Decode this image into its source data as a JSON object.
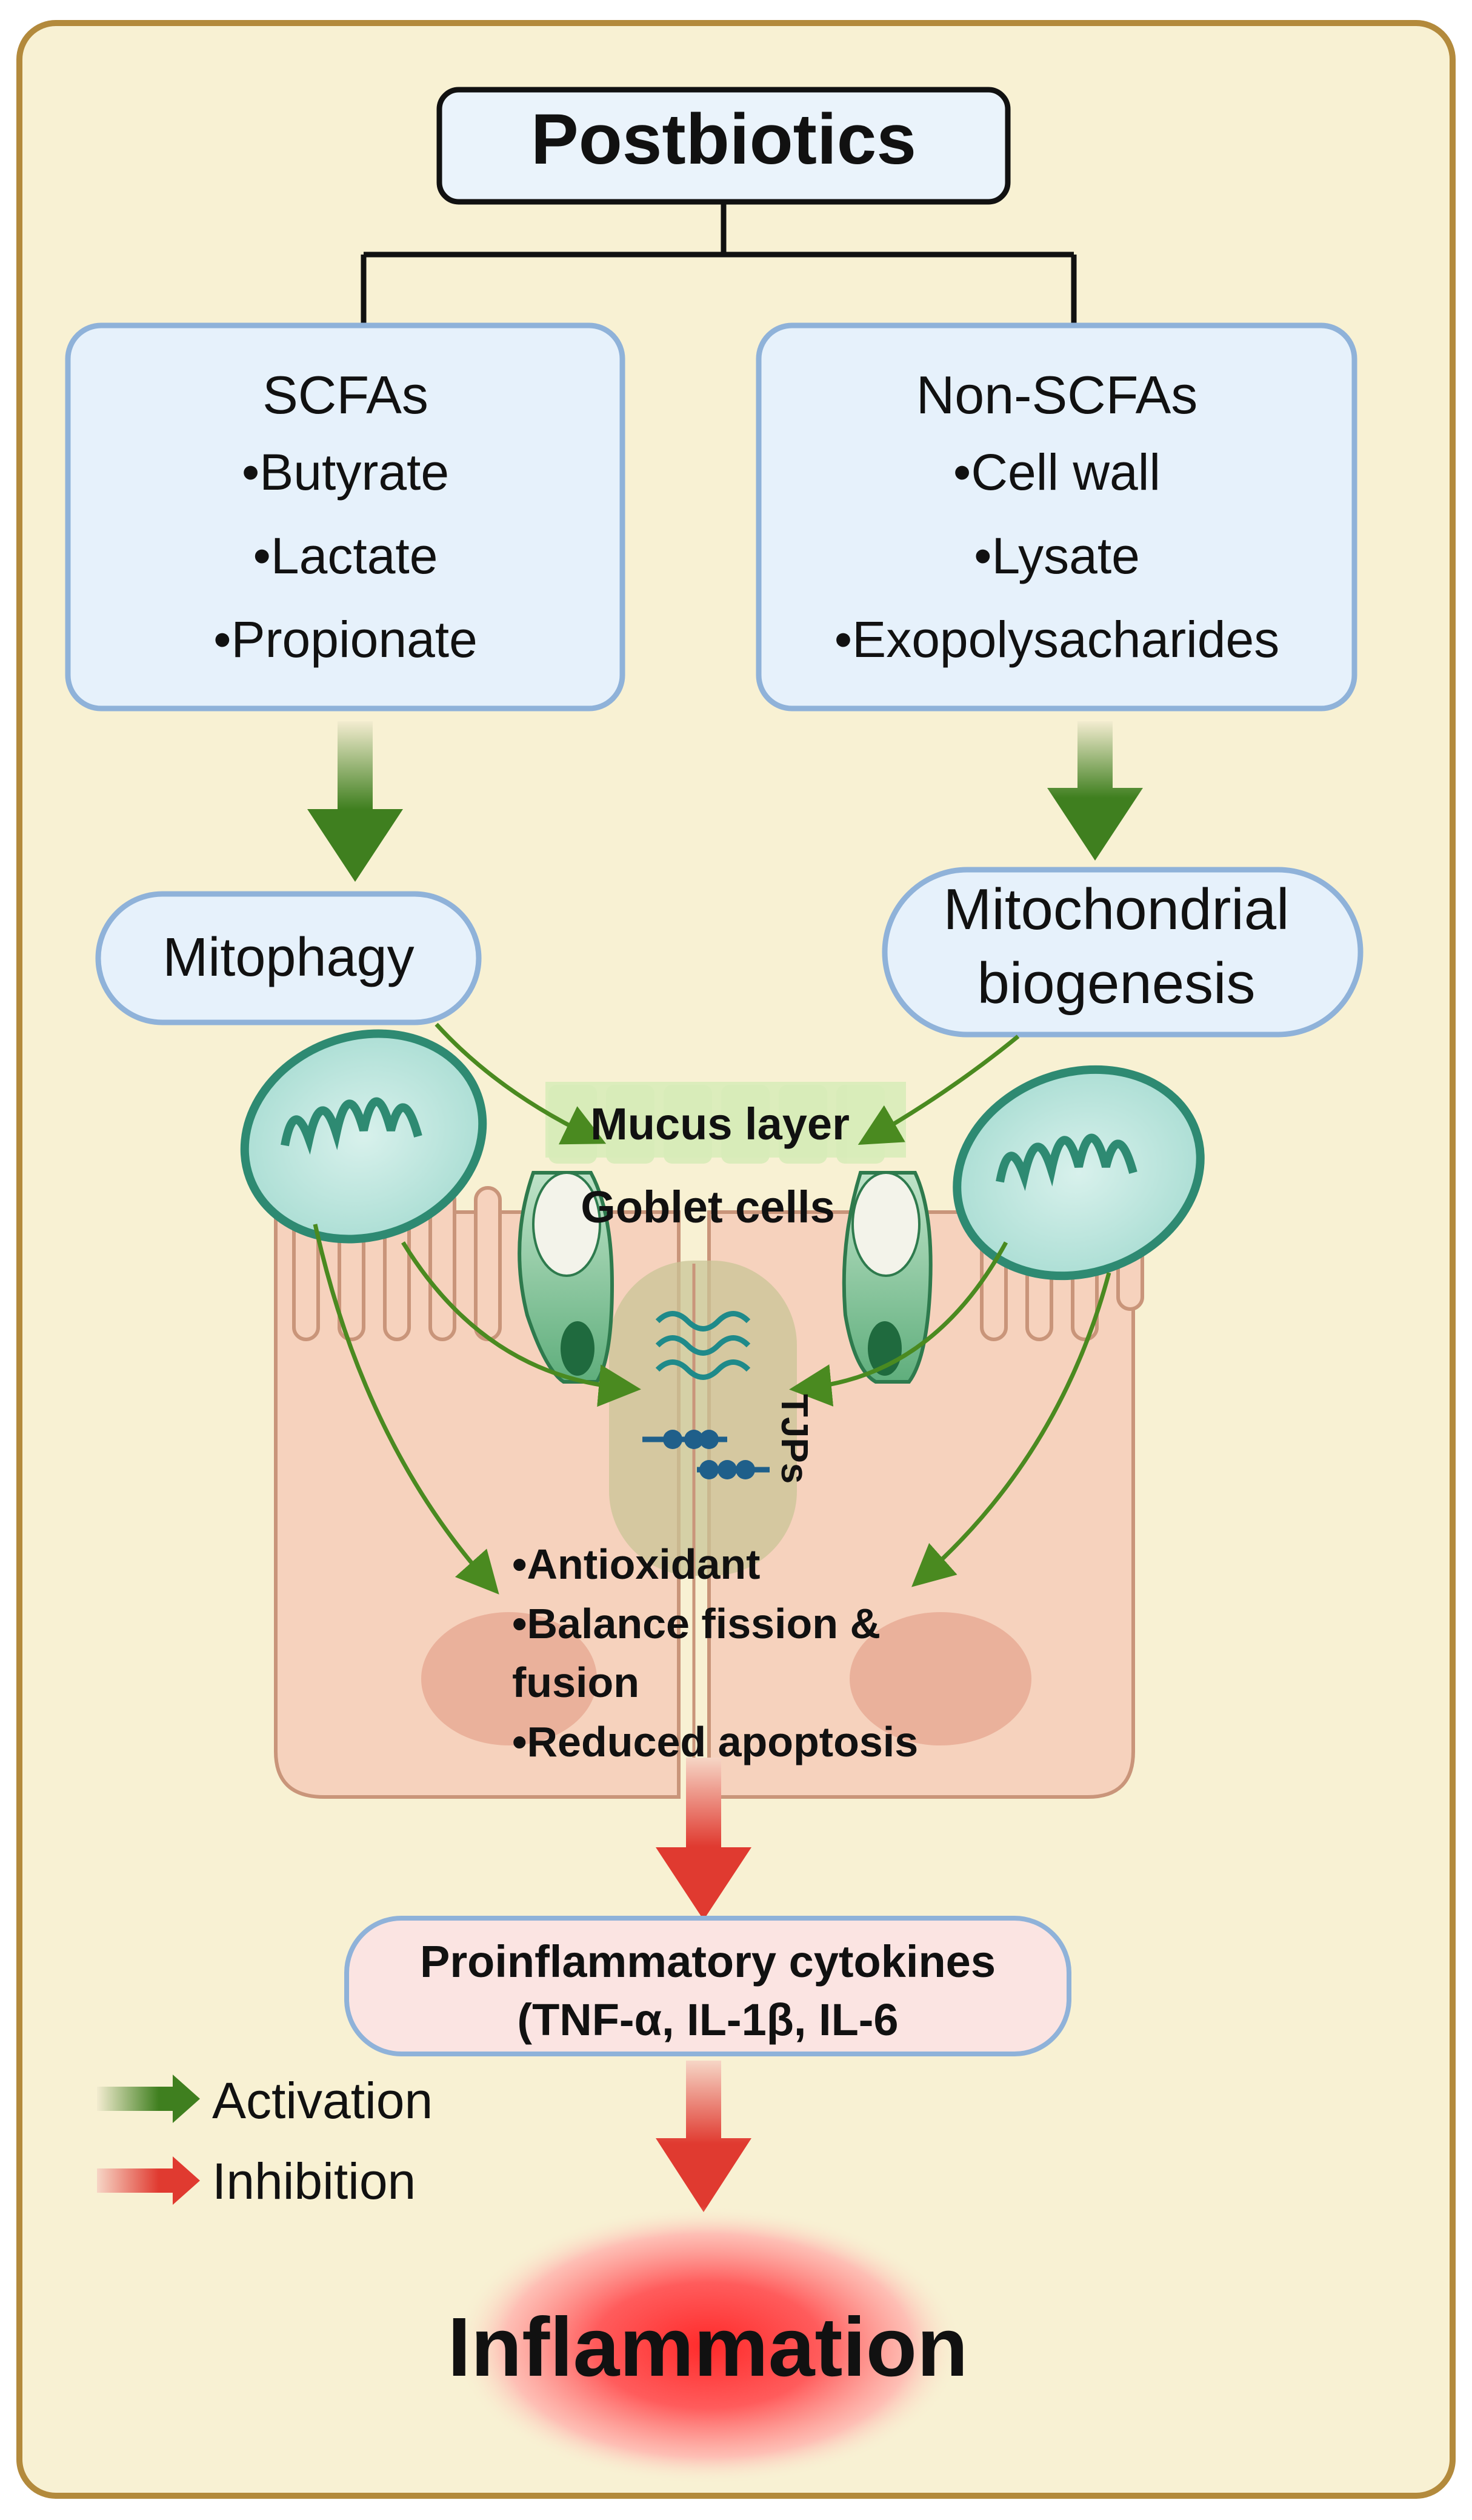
{
  "title": "Postbiotics",
  "scfa": {
    "heading": "SCFAs",
    "items": [
      "•Butyrate",
      "•Lactate",
      "•Propionate"
    ]
  },
  "nonscfa": {
    "heading": "Non-SCFAs",
    "items": [
      "•Cell wall",
      "•Lysate",
      "•Exopolysacharides"
    ]
  },
  "mitophagy": "Mitophagy",
  "biogenesis": {
    "line1": "Mitochondrial",
    "line2": "biogenesis"
  },
  "mucus": "Mucus layer",
  "goblet": "Goblet cells",
  "tjps": "TJPs",
  "effects": {
    "line1": "•Antioxidant",
    "line2": "•Balance fission &",
    "line3": "fusion",
    "line4": "•Reduced apoptosis"
  },
  "cytokines": {
    "line1": "Proinflammatory cytokines",
    "line2": "(TNF-α, IL-1β, IL-6"
  },
  "legend": {
    "activation": "Activation",
    "inhibition": "Inhibition"
  },
  "outcome": "Inflammation",
  "colors": {
    "background": "#f8f1d3",
    "frame": "#b38a3c",
    "box_fill": "#e6f1fb",
    "box_stroke": "#8fb2d9",
    "activation": "#3f7f1f",
    "inhibition": "#e03a30",
    "cell": "#f6d2bd",
    "mito": "#3aa48c"
  }
}
